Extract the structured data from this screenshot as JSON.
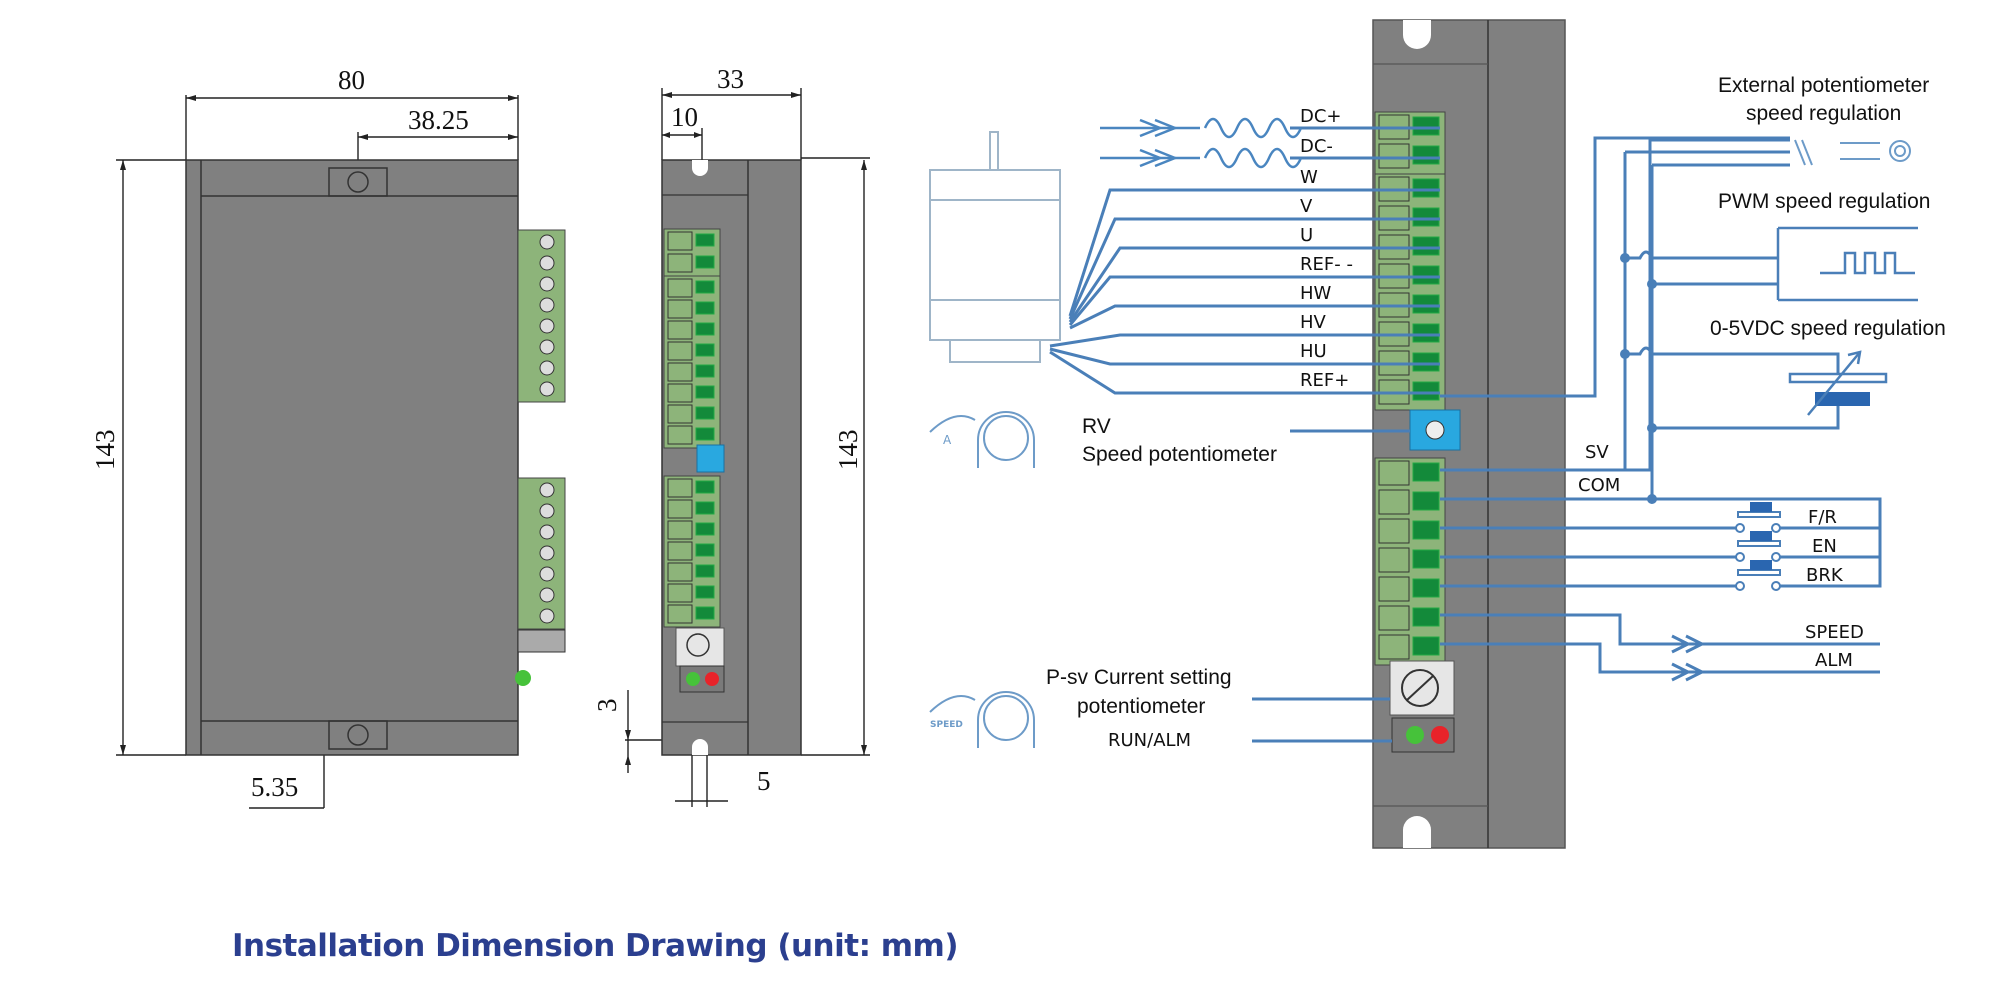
{
  "caption": "Installation Dimension Drawing (unit: mm)",
  "dimensions": {
    "front_width": "80",
    "screw_offset": "38.25",
    "front_height": "143",
    "bottom_offset": "5.35",
    "side_width": "33",
    "side_slot_offset": "10",
    "side_height": "143",
    "slot_depth": "3",
    "slot_width": "5"
  },
  "wiring": {
    "power_pins": [
      "DC+",
      "DC-"
    ],
    "motor_pins": [
      "W",
      "V",
      "U",
      "REF- -",
      "HW",
      "HV",
      "HU",
      "REF+"
    ],
    "control_pins": [
      "SV",
      "COM",
      "F/R",
      "EN",
      "BRK",
      "SPEED",
      "ALM"
    ],
    "rv_label_line1": "RV",
    "rv_label_line2": "Speed potentiometer",
    "psv_label_line1": "P-sv Current setting",
    "psv_label_line2": "potentiometer",
    "run_alm_label": "RUN/ALM",
    "ext_pot_line1": "External potentiometer",
    "ext_pot_line2": "speed regulation",
    "pwm_label": "PWM speed regulation",
    "vdc_label": "0-5VDC speed regulation",
    "speed_badge": "SPEED",
    "rv_badge": "A"
  },
  "colors": {
    "body_gray": "#808080",
    "terminal_green": "#8db47a",
    "terminal_dark": "#138a3a",
    "wire_blue": "#4a7fb8",
    "caption_blue": "#2b3f8f",
    "pot_blue": "#29a8e0",
    "led_green": "#46c23a",
    "led_red": "#e8232a"
  }
}
